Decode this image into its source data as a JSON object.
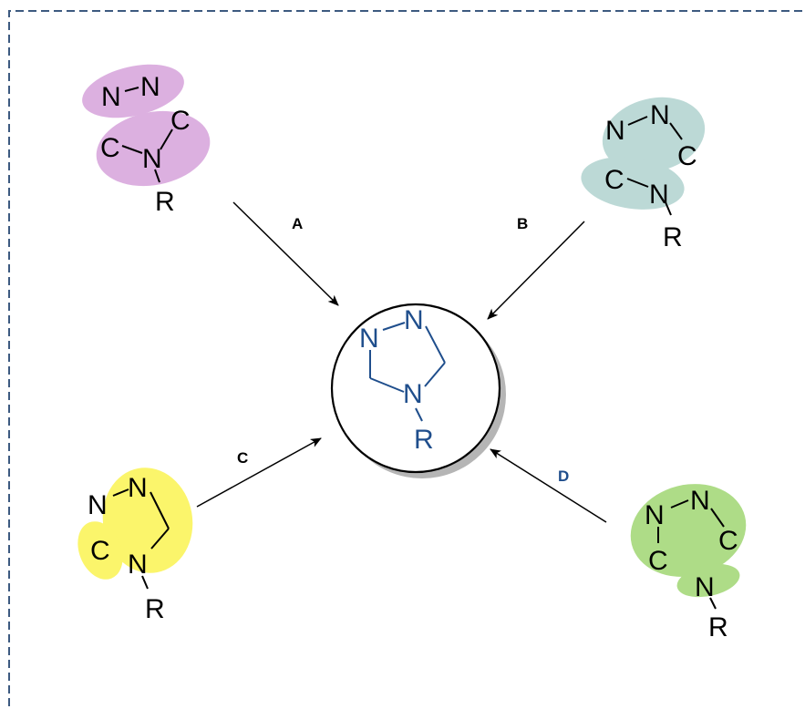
{
  "colors": {
    "frame": "#3d5a80",
    "black": "#000000",
    "product": "#1f4e8c",
    "label_d": "#1f4e8c",
    "fragment_a": "#dcb0e0",
    "fragment_b": "#bcd9d6",
    "fragment_c": "#fbf56b",
    "fragment_d": "#aedc87",
    "shadow": "#b5b5b5"
  },
  "product": {
    "atoms": {
      "n1": "N",
      "n2": "N",
      "n4": "N",
      "r": "R"
    }
  },
  "routes": {
    "a": {
      "label": "A",
      "atoms": {
        "n1": "N",
        "n2": "N",
        "c1": "C",
        "c2": "C",
        "n3": "N",
        "r": "R"
      }
    },
    "b": {
      "label": "B",
      "atoms": {
        "n1": "N",
        "n2": "N",
        "c1": "C",
        "c2": "C",
        "n3": "N",
        "r": "R"
      }
    },
    "c": {
      "label": "C",
      "atoms": {
        "n1": "N",
        "n2": "N",
        "c1": "C",
        "n3": "N",
        "r": "R"
      }
    },
    "d": {
      "label": "D",
      "atoms": {
        "n1": "N",
        "n2": "N",
        "c1": "C",
        "c2": "C",
        "n3": "N",
        "r": "R"
      }
    }
  }
}
